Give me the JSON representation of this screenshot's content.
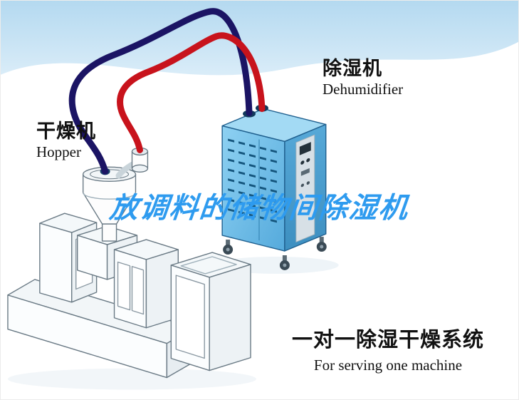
{
  "labels": {
    "hopper": {
      "cn": "干燥机",
      "en": "Hopper"
    },
    "dehumidifier": {
      "cn": "除湿机",
      "en": "Dehumidifier"
    }
  },
  "watermark": {
    "text": "放调料的储物间除湿机",
    "color": "#2e9bef"
  },
  "caption": {
    "cn": "一对一除湿干燥系统",
    "en": "For serving one machine"
  },
  "colors": {
    "sky_blue": "#bfe0f2",
    "hose_red": "#c8131c",
    "hose_blue": "#1b1464",
    "dehumidifier_front": "#6fc0ea",
    "dehumidifier_side": "#4b9fd0",
    "dehumidifier_top": "#a3daf4",
    "dehumidifier_outline": "#1f5f8e",
    "watermark_blue": "#2e9bef"
  }
}
